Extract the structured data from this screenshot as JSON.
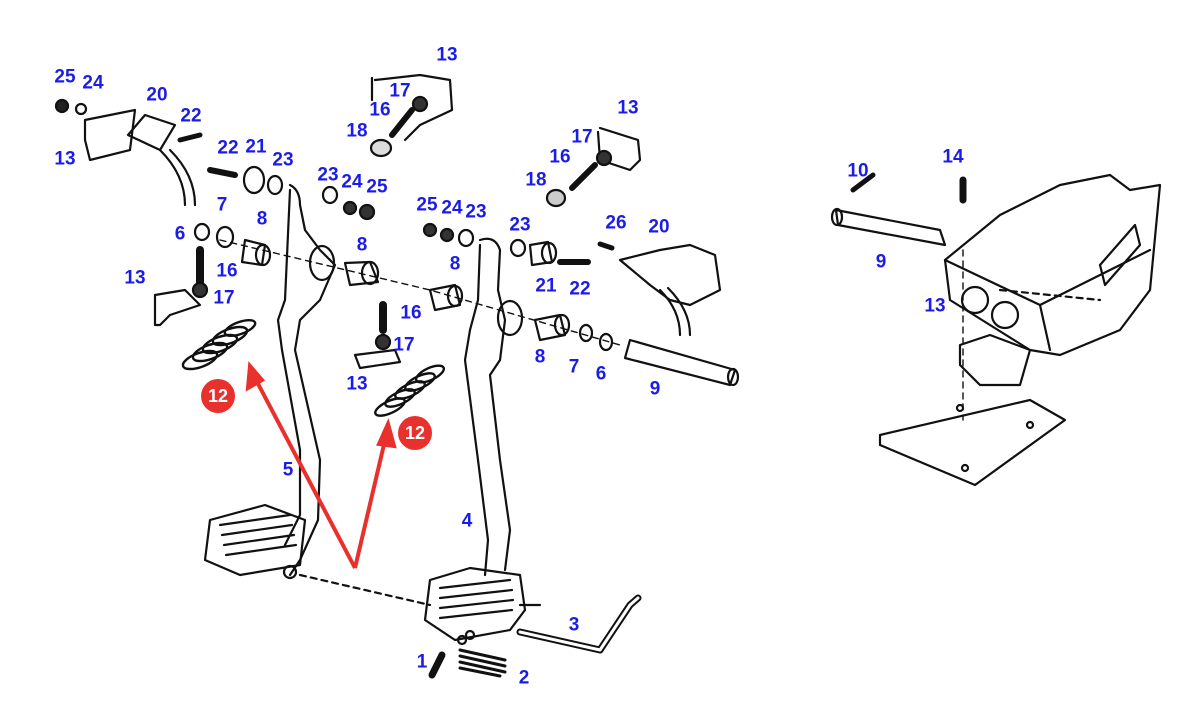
{
  "callouts": [
    "13",
    "25",
    "24",
    "20",
    "22",
    "17",
    "16",
    "18",
    "13",
    "13",
    "22",
    "21",
    "23",
    "17",
    "16",
    "18",
    "23",
    "24",
    "25",
    "7",
    "6",
    "8",
    "25",
    "24",
    "23",
    "23",
    "26",
    "20",
    "8",
    "8",
    "13",
    "16",
    "17",
    "21",
    "22",
    "16",
    "17",
    "13",
    "8",
    "7",
    "6",
    "9",
    "5",
    "4",
    "3",
    "1",
    "2",
    "10",
    "14",
    "9",
    "13"
  ],
  "highlight": {
    "label": "12",
    "color": "#e8302c"
  },
  "colors": {
    "callout": "#1c1ce8",
    "line": "#111111",
    "arrow": "#e8302c"
  }
}
